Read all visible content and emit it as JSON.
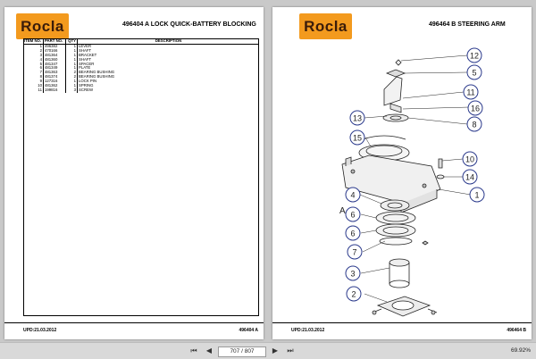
{
  "colors": {
    "logo_bg": "#f39a1e",
    "logo_text": "#3b1c0a",
    "callout": "#2b3a8c"
  },
  "page_left": {
    "logo": "Rocla",
    "title": "496404 A  LOCK QUICK-BATTERY BLOCKING",
    "columns": [
      "ITEM NO.",
      "PART NO.",
      "QTY",
      "DESCRIPTION"
    ],
    "rows": [
      [
        "1",
        "496382",
        "1",
        "LEVER"
      ],
      [
        "2",
        "470166",
        "1",
        "SHAFT"
      ],
      [
        "3",
        "481364",
        "1",
        "BRACKET"
      ],
      [
        "4",
        "481360",
        "1",
        "SHAFT"
      ],
      [
        "5",
        "481347",
        "1",
        "SPACER"
      ],
      [
        "6",
        "481349",
        "1",
        "PLATE"
      ],
      [
        "7",
        "481363",
        "2",
        "BEARING BUSHING"
      ],
      [
        "8",
        "481374",
        "2",
        "BEARING BUSHING"
      ],
      [
        "9",
        "127316",
        "1",
        "LOCK PIN"
      ],
      [
        "10",
        "481362",
        "1",
        "SPRING"
      ],
      [
        "11",
        "199816",
        "3",
        "SCREW"
      ]
    ],
    "footer_left": "UPD:21.03.2012",
    "footer_right": "496404 A"
  },
  "page_right": {
    "logo": "Rocla",
    "title": "496464 B  STEERING ARM",
    "callouts": [
      "12",
      "5",
      "11",
      "16",
      "8",
      "13",
      "15",
      "10",
      "14",
      "1",
      "4",
      "6",
      "6",
      "7",
      "3",
      "2"
    ],
    "letter_label": "A",
    "footer_left": "UPD:21.03.2012",
    "footer_right": "496464 B"
  },
  "viewer": {
    "first_icon": "first-page-icon",
    "prev_icon": "prev-page-icon",
    "next_icon": "next-page-icon",
    "last_icon": "last-page-icon",
    "page_indicator": "707 / 807",
    "zoom": "69.92%"
  }
}
